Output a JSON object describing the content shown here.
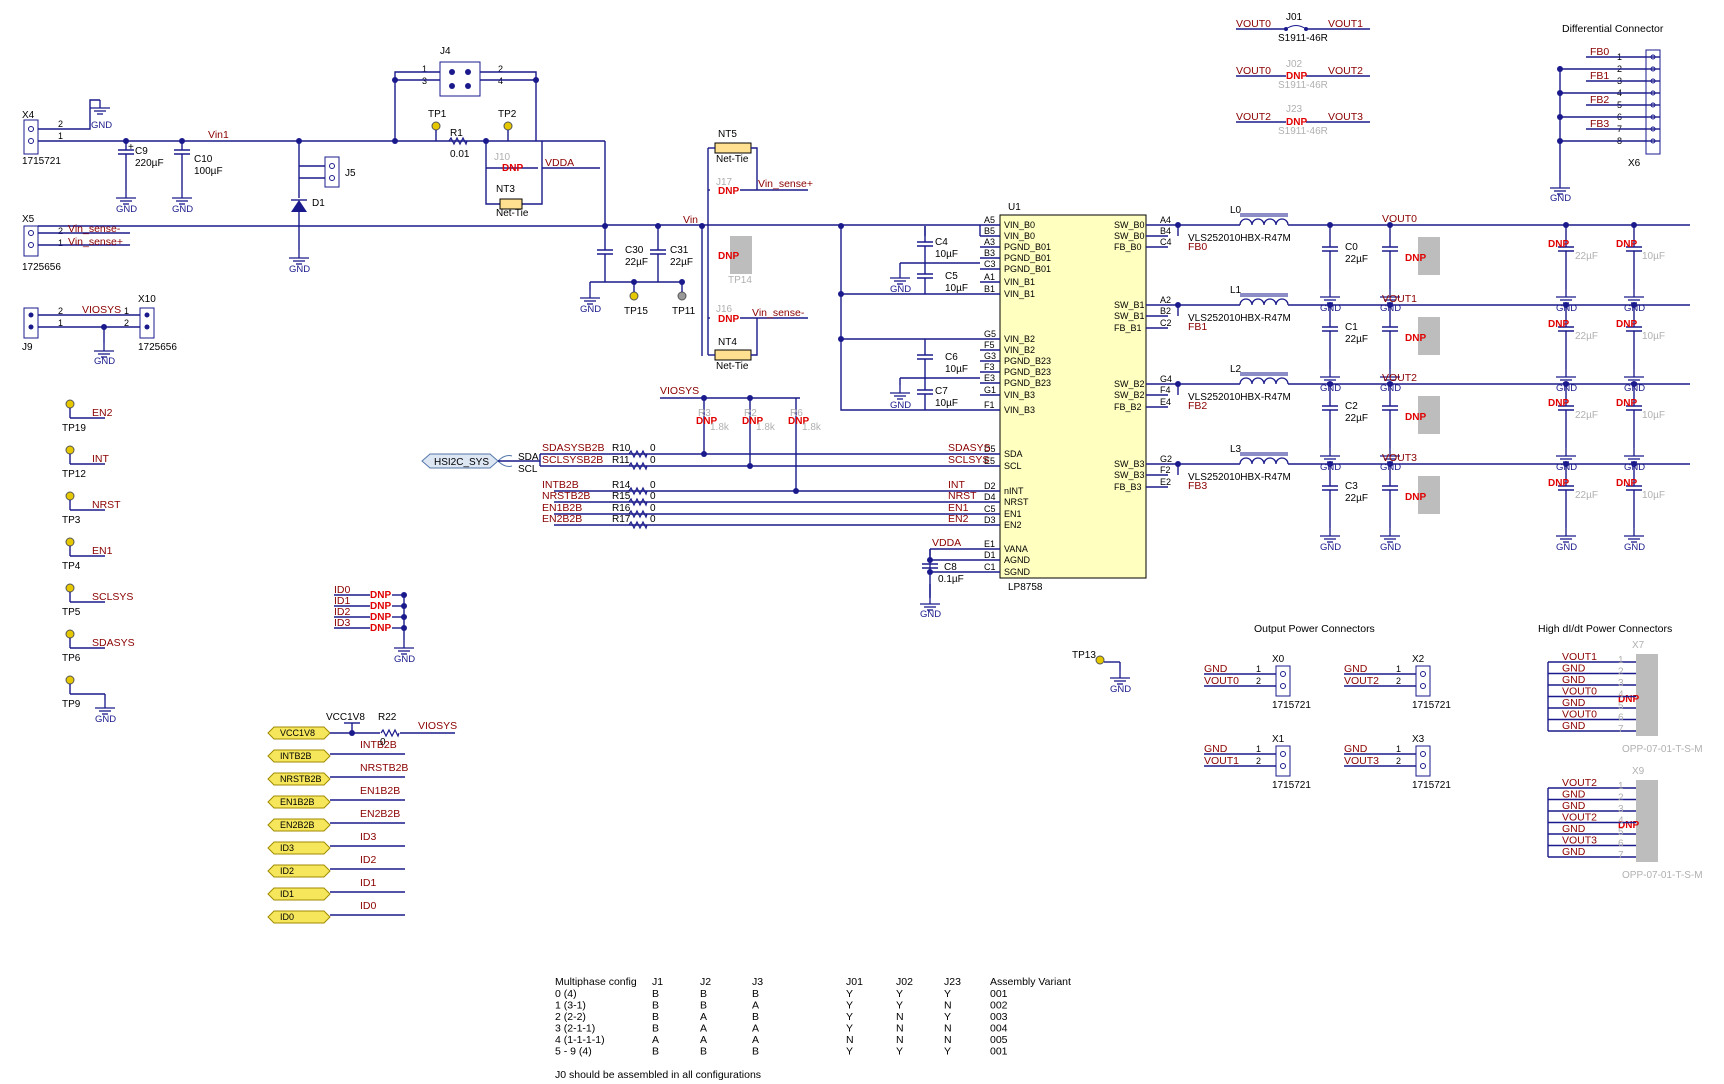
{
  "ic": {
    "ref": "U1",
    "part": "LP8758",
    "left_pins": [
      {
        "num": "A5",
        "name": "VIN_B0"
      },
      {
        "num": "B5",
        "name": "VIN_B0"
      },
      {
        "num": "A3",
        "name": "PGND_B01"
      },
      {
        "num": "B3",
        "name": "PGND_B01"
      },
      {
        "num": "C3",
        "name": "PGND_B01"
      },
      {
        "num": "A1",
        "name": "VIN_B1"
      },
      {
        "num": "B1",
        "name": "VIN_B1"
      },
      {
        "num": "G5",
        "name": "VIN_B2"
      },
      {
        "num": "F5",
        "name": "VIN_B2"
      },
      {
        "num": "G3",
        "name": "PGND_B23"
      },
      {
        "num": "F3",
        "name": "PGND_B23"
      },
      {
        "num": "E3",
        "name": "PGND_B23"
      },
      {
        "num": "G1",
        "name": "VIN_B3"
      },
      {
        "num": "F1",
        "name": "VIN_B3"
      },
      {
        "num": "D5",
        "name": "SDA"
      },
      {
        "num": "E5",
        "name": "SCL"
      },
      {
        "num": "D2",
        "name": "nINT"
      },
      {
        "num": "D4",
        "name": "NRST"
      },
      {
        "num": "C5",
        "name": "EN1"
      },
      {
        "num": "D3",
        "name": "EN2"
      },
      {
        "num": "E1",
        "name": "VANA"
      },
      {
        "num": "D1",
        "name": "AGND"
      },
      {
        "num": "C1",
        "name": "SGND"
      }
    ],
    "right_pins": [
      {
        "num": "A4",
        "name": "SW_B0"
      },
      {
        "num": "B4",
        "name": "SW_B0"
      },
      {
        "num": "C4",
        "name": "FB_B0"
      },
      {
        "num": "A2",
        "name": "SW_B1"
      },
      {
        "num": "B2",
        "name": "SW_B1"
      },
      {
        "num": "C2",
        "name": "FB_B1"
      },
      {
        "num": "G4",
        "name": "SW_B2"
      },
      {
        "num": "F4",
        "name": "SW_B2"
      },
      {
        "num": "E4",
        "name": "FB_B2"
      },
      {
        "num": "G2",
        "name": "SW_B3"
      },
      {
        "num": "F2",
        "name": "SW_B3"
      },
      {
        "num": "E2",
        "name": "FB_B3"
      }
    ]
  },
  "labels": {
    "gnd": "GND",
    "dnp": "DNP",
    "vin1": "Vin1",
    "vin": "Vin",
    "vdda": "VDDA",
    "viosys": "VIOSYS",
    "vcc1v8": "VCC1V8",
    "vin_sense_p": "Vin_sense+",
    "vin_sense_m": "Vin_sense-",
    "net_tie": "Net-Tie",
    "sda": "SDA",
    "scl": "SCL",
    "hsi2c": "HSI2C_SYS",
    "inductor_part": "VLS252010HBX-R47M",
    "conn_1715721": "1715721",
    "conn_1725656": "1725656",
    "s1911": "S1911-46R",
    "opp": "OPP-07-01-T-S-M",
    "diff_title": "Differential Connector",
    "out_title": "Output Power Connectors",
    "hd_title": "High dI/dt Power Connectors",
    "c22u": "22µF",
    "c10u": "10µF",
    "c100u": "100µF",
    "c220u": "220µF",
    "c01u": "0.1µF",
    "r001": "0.01",
    "r0": "0",
    "r18k": "1.8k"
  },
  "nets": {
    "left_signals": [
      "SDASYSB2B",
      "SCLSYSB2B",
      "INTB2B",
      "NRSTB2B",
      "EN1B2B",
      "EN2B2B"
    ],
    "ic_signals": [
      "SDASYS",
      "SCLSYS",
      "INT",
      "NRST",
      "EN1",
      "EN2"
    ],
    "ports": [
      "VCC1V8",
      "INTB2B",
      "NRSTB2B",
      "EN1B2B",
      "EN2B2B",
      "ID3",
      "ID2",
      "ID1",
      "ID0"
    ],
    "port_nets": [
      "VIOSYS",
      "INTB2B",
      "NRSTB2B",
      "EN1B2B",
      "EN2B2B",
      "ID3",
      "ID2",
      "ID1",
      "ID0"
    ],
    "testpoints": [
      {
        "ref": "TP19",
        "net": "EN2"
      },
      {
        "ref": "TP12",
        "net": "INT"
      },
      {
        "ref": "TP3",
        "net": "NRST"
      },
      {
        "ref": "TP4",
        "net": "EN1"
      },
      {
        "ref": "TP5",
        "net": "SCLSYS"
      },
      {
        "ref": "TP6",
        "net": "SDASYS"
      },
      {
        "ref": "TP9",
        "net": "GND"
      }
    ],
    "ids": [
      "ID0",
      "ID1",
      "ID2",
      "ID3"
    ],
    "vouts": [
      "VOUT0",
      "VOUT1",
      "VOUT2",
      "VOUT3"
    ],
    "fbs": [
      "FB0",
      "FB1",
      "FB2",
      "FB3"
    ]
  },
  "table": {
    "headers": [
      "Multiphase config",
      "J1",
      "J2",
      "J3",
      "J01",
      "J02",
      "J23",
      "Assembly Variant"
    ],
    "rows": [
      [
        "0 (4)",
        "B",
        "B",
        "B",
        "Y",
        "Y",
        "Y",
        "001"
      ],
      [
        "1 (3-1)",
        "B",
        "B",
        "A",
        "Y",
        "Y",
        "N",
        "002"
      ],
      [
        "2 (2-2)",
        "B",
        "A",
        "B",
        "Y",
        "N",
        "Y",
        "003"
      ],
      [
        "3 (2-1-1)",
        "B",
        "A",
        "A",
        "Y",
        "N",
        "N",
        "004"
      ],
      [
        "4 (1-1-1-1)",
        "A",
        "A",
        "A",
        "N",
        "N",
        "N",
        "005"
      ],
      [
        "5 - 9 (4)",
        "B",
        "B",
        "B",
        "Y",
        "Y",
        "Y",
        "001"
      ]
    ],
    "note": "J0 should be assembled in all configurations"
  }
}
